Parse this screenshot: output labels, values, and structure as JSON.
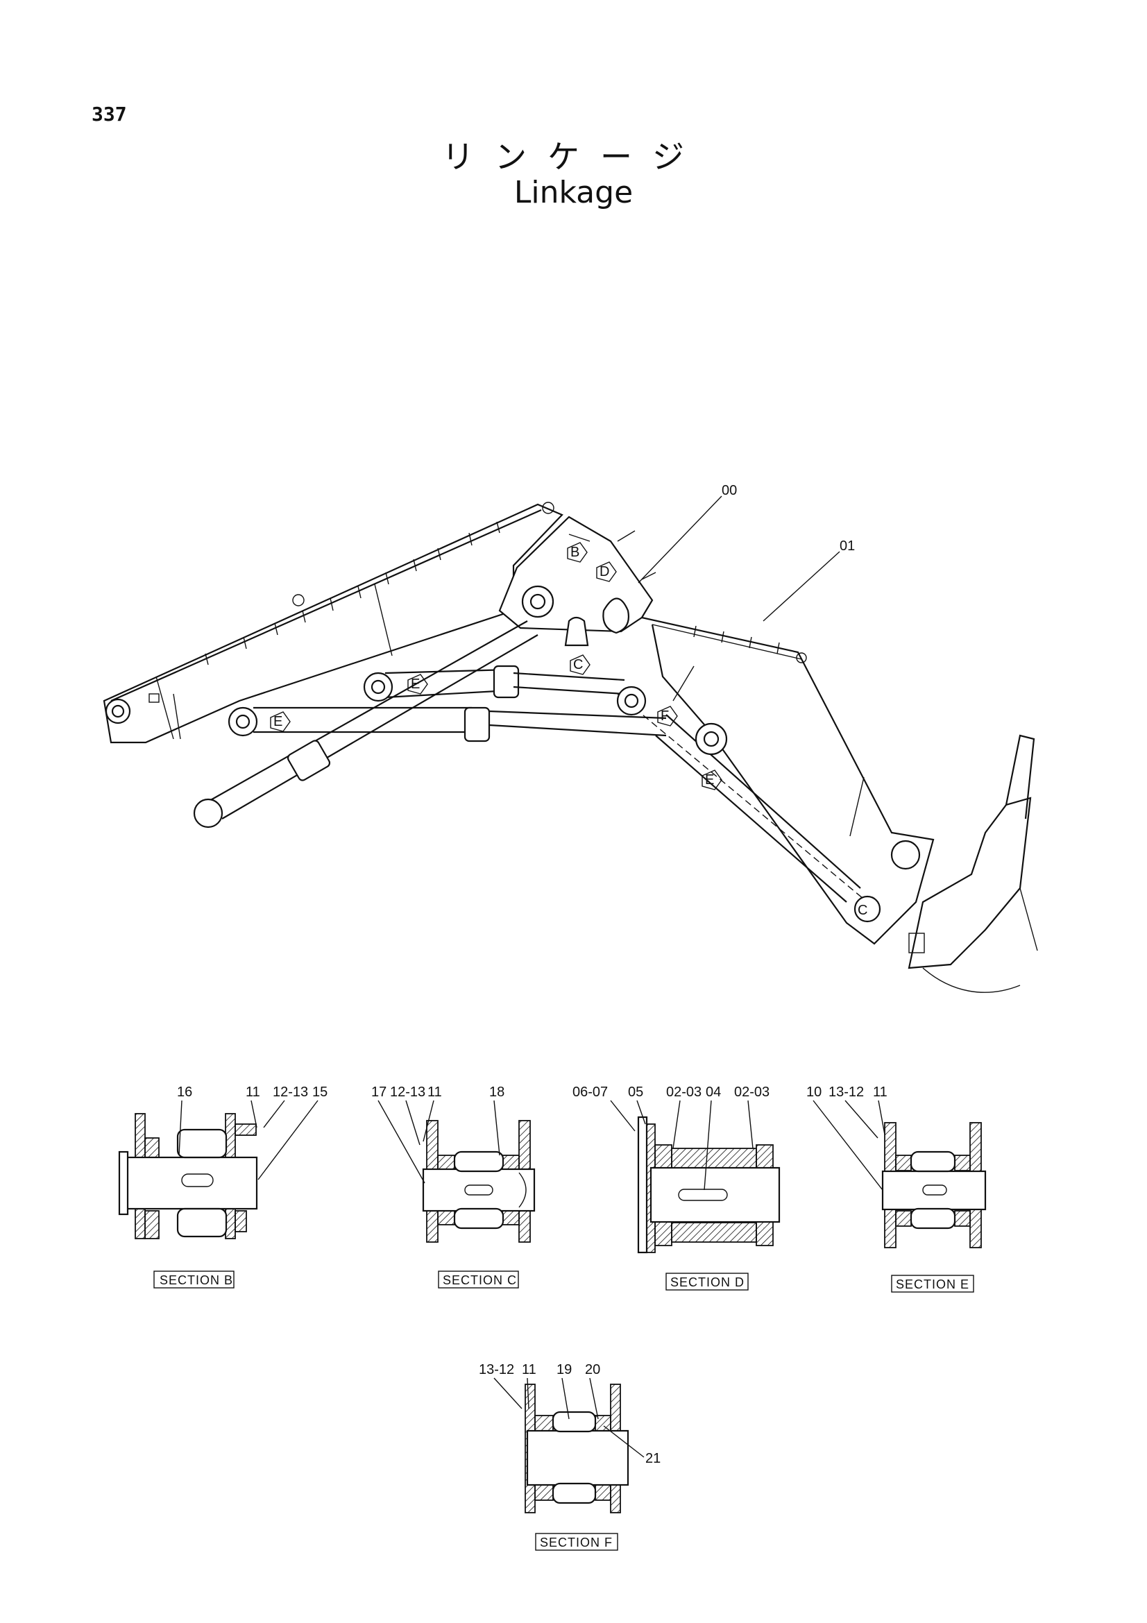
{
  "page_number": "337",
  "title": {
    "jp": "リンケージ",
    "en": "Linkage"
  },
  "main_view": {
    "leaders": [
      "00",
      "01"
    ],
    "markers": [
      "B",
      "D",
      "C",
      "E",
      "E",
      "F",
      "E",
      "C"
    ]
  },
  "sections": [
    {
      "name": "SECTION B",
      "labels": [
        "16",
        "11",
        "12-13",
        "15"
      ]
    },
    {
      "name": "SECTION C",
      "labels": [
        "17",
        "12-13",
        "11",
        "18"
      ]
    },
    {
      "name": "SECTION D",
      "labels": [
        "06-07",
        "05",
        "02-03",
        "04",
        "02-03"
      ]
    },
    {
      "name": "SECTION E",
      "labels": [
        "10",
        "13-12",
        "11"
      ]
    },
    {
      "name": "SECTION F",
      "labels": [
        "13-12",
        "11",
        "19",
        "20",
        "21"
      ]
    }
  ]
}
